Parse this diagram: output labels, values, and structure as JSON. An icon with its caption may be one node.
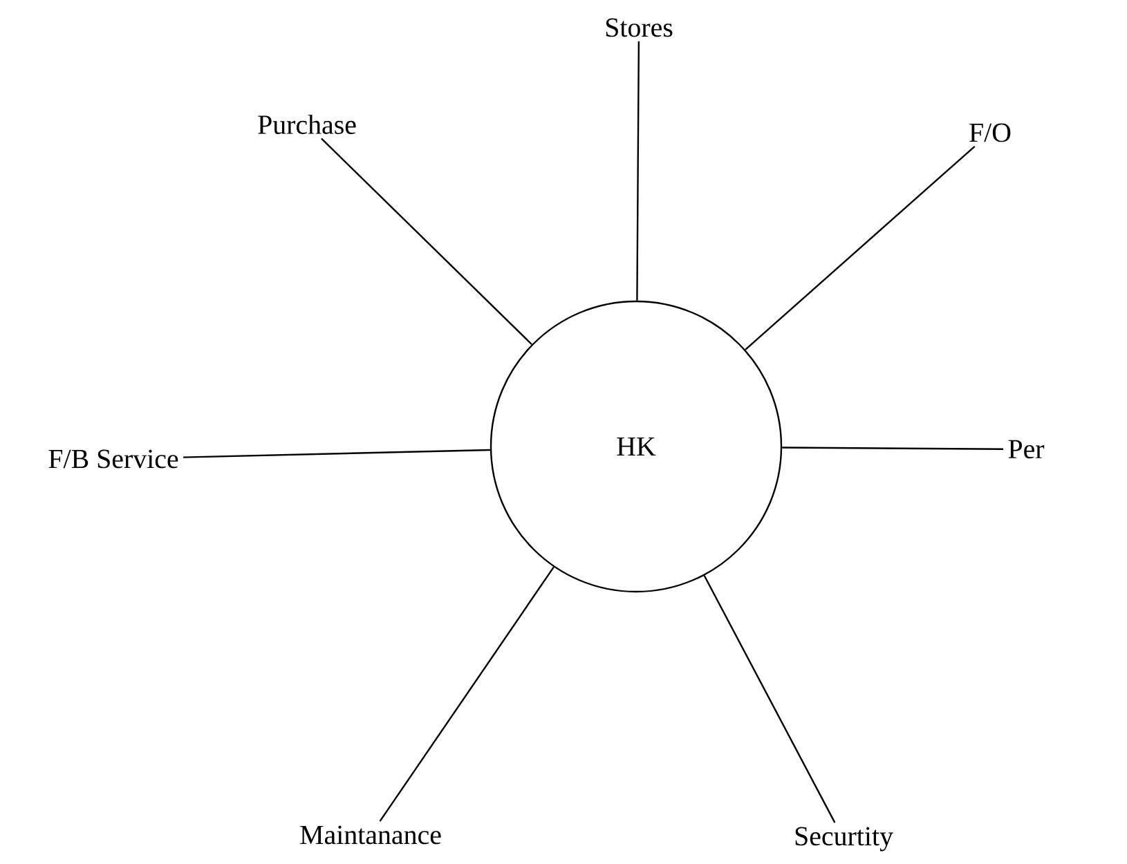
{
  "diagram": {
    "nodes": [
      {
        "text": [
          "HK"
        ]
      },
      {
        "text": [
          "Stores"
        ]
      },
      {
        "text": [
          "Purchase"
        ]
      },
      {
        "text": [
          "F/O"
        ]
      },
      {
        "text": [
          "F/B Service"
        ]
      },
      {
        "text": [
          "Per"
        ]
      },
      {
        "text": [
          "Maintanance"
        ]
      },
      {
        "text": [
          "Securtity"
        ]
      }
    ],
    "edges": [
      {
        "from": 1,
        "to": 0,
        "arrow": "none"
      },
      {
        "from": 2,
        "to": 0,
        "arrow": "none"
      },
      {
        "from": 3,
        "to": 0,
        "arrow": "none"
      },
      {
        "from": 4,
        "to": 0,
        "arrow": "none"
      },
      {
        "from": 0,
        "to": 5,
        "arrow": "none"
      },
      {
        "from": 6,
        "to": 0,
        "arrow": "none"
      },
      {
        "from": 7,
        "to": 0,
        "arrow": "none"
      }
    ]
  }
}
